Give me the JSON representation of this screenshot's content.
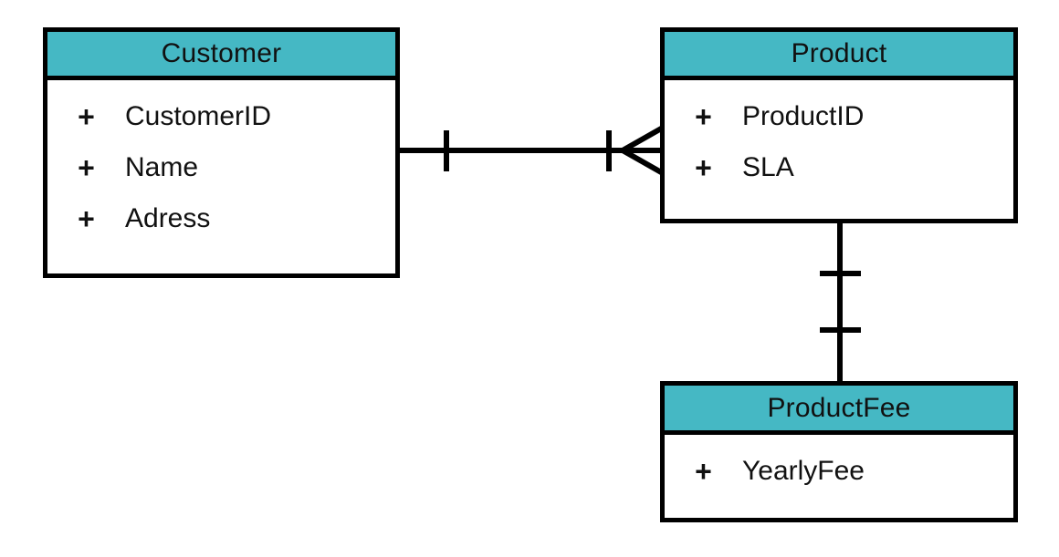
{
  "diagram": {
    "type": "entity-relationship-diagram",
    "notation": "crow's foot",
    "background_color": "#ffffff",
    "header_color": "#45b8c4",
    "border_color": "#000000",
    "text_color": "#111111"
  },
  "entities": [
    {
      "id": "customer",
      "name": "Customer",
      "attributes": [
        {
          "visibility": "+",
          "name": "CustomerID"
        },
        {
          "visibility": "+",
          "name": "Name"
        },
        {
          "visibility": "+",
          "name": "Adress"
        }
      ]
    },
    {
      "id": "product",
      "name": "Product",
      "attributes": [
        {
          "visibility": "+",
          "name": "ProductID"
        },
        {
          "visibility": "+",
          "name": "SLA"
        }
      ]
    },
    {
      "id": "productfee",
      "name": "ProductFee",
      "attributes": [
        {
          "visibility": "+",
          "name": "YearlyFee"
        }
      ]
    }
  ],
  "relationships": [
    {
      "id": "customer-product",
      "from": "Customer",
      "to": "Product",
      "from_cardinality": "one",
      "to_cardinality": "many",
      "orientation": "horizontal",
      "from_marker": "one-tick",
      "to_marker": "one-tick-crows-foot"
    },
    {
      "id": "product-productfee",
      "from": "Product",
      "to": "ProductFee",
      "from_cardinality": "one",
      "to_cardinality": "one",
      "orientation": "vertical",
      "from_marker": "one-tick",
      "to_marker": "one-tick"
    }
  ]
}
